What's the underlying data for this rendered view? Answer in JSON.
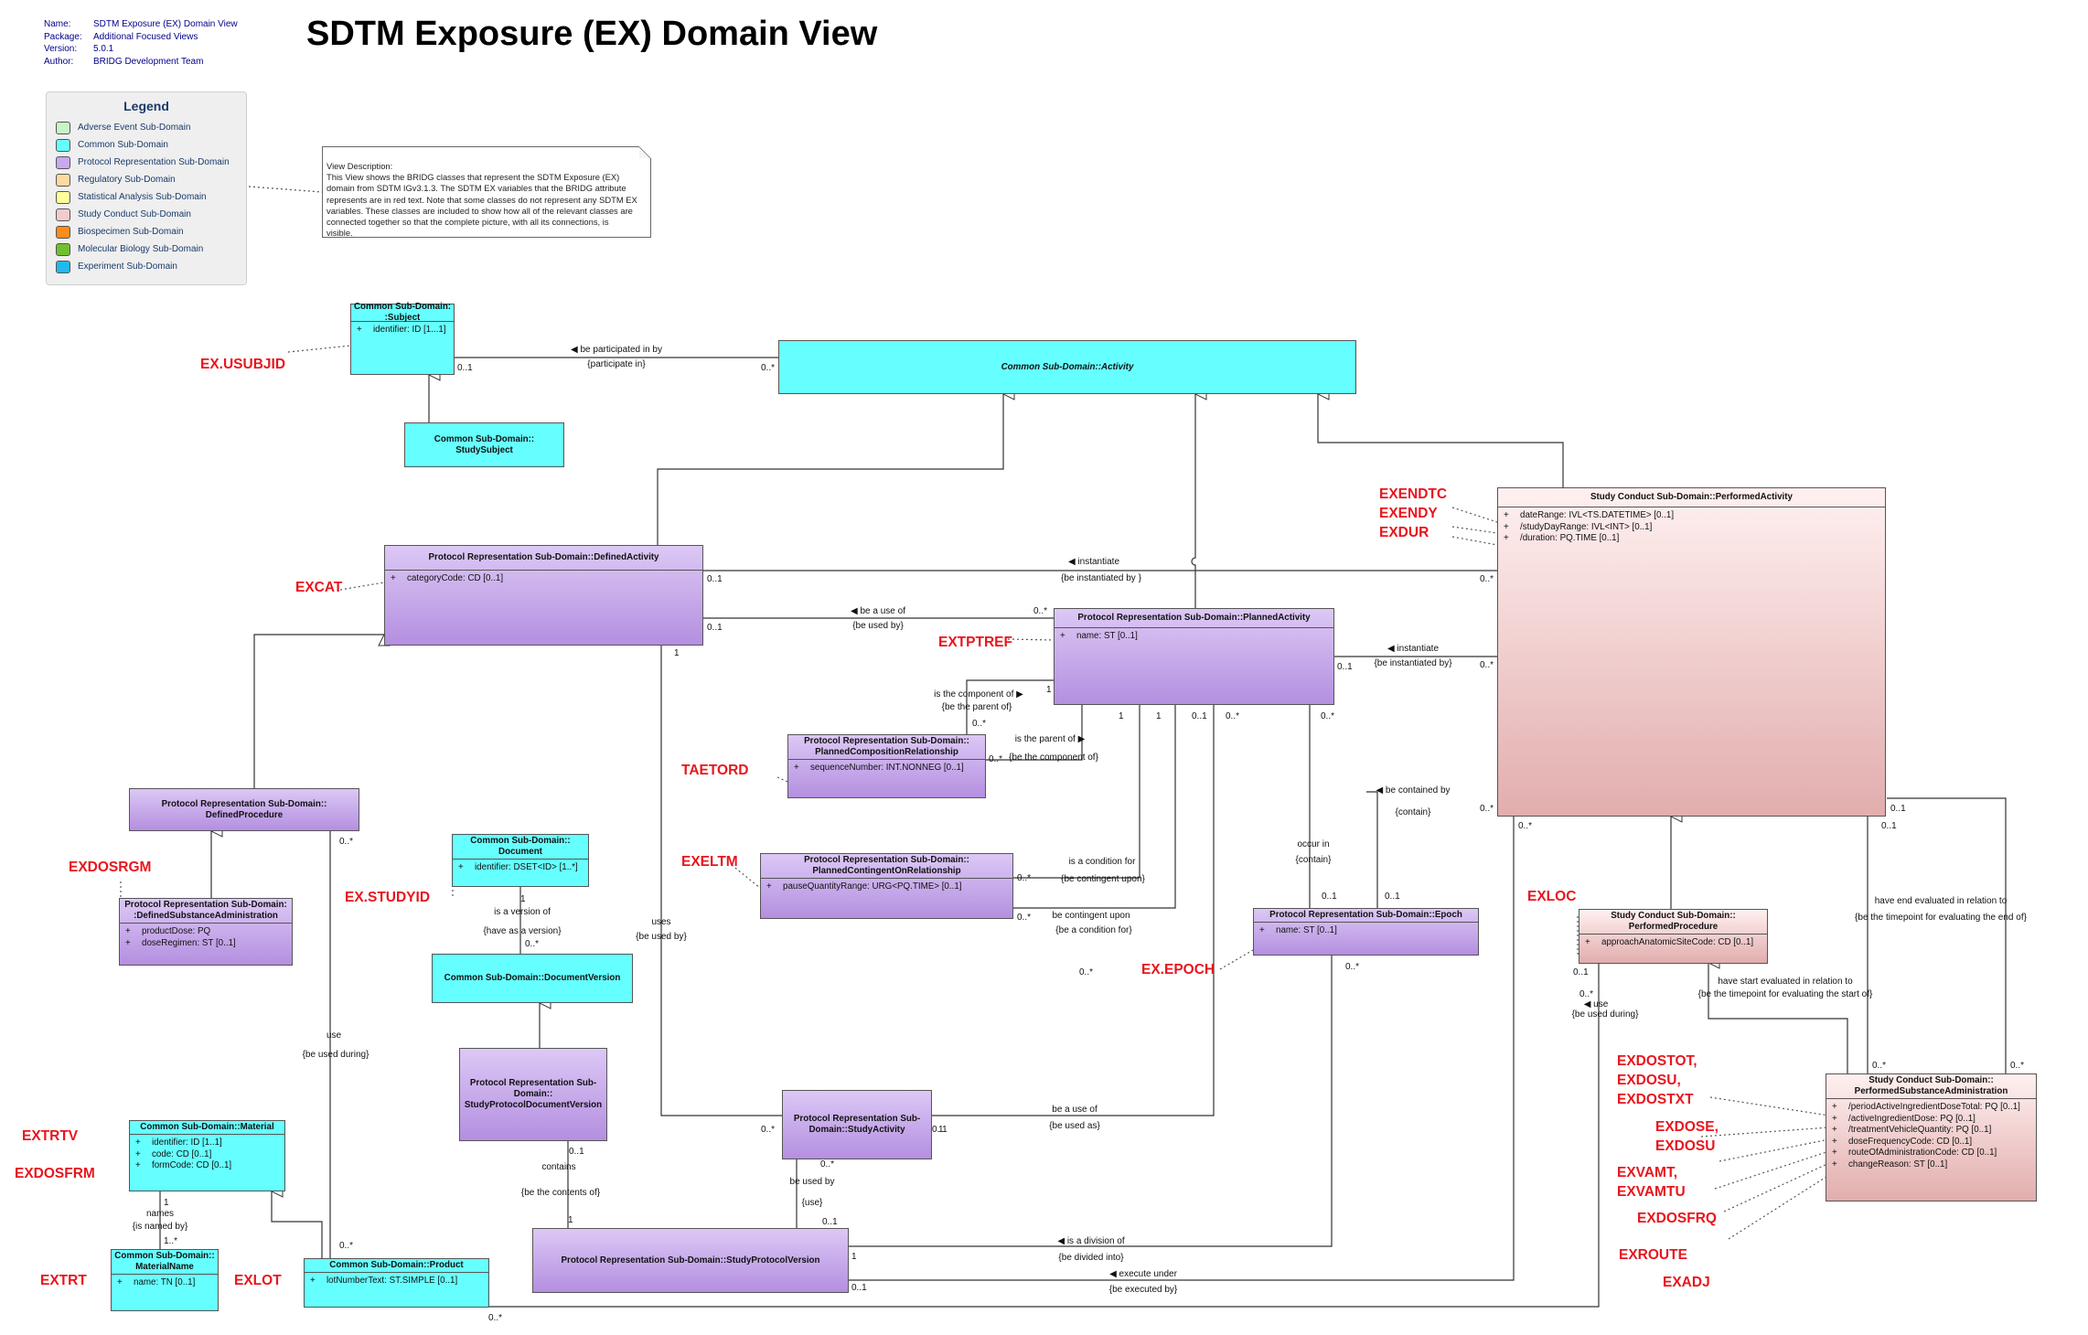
{
  "meta": [
    {
      "key": "Name:",
      "value": "SDTM Exposure (EX) Domain View"
    },
    {
      "key": "Package:",
      "value": "Additional Focused Views"
    },
    {
      "key": "Version:",
      "value": "5.0.1"
    },
    {
      "key": "Author:",
      "value": "BRIDG Development Team"
    }
  ],
  "title": "SDTM Exposure (EX) Domain View",
  "legend": {
    "title": "Legend",
    "items": [
      {
        "label": "Adverse Event Sub-Domain",
        "color": "#c8f5c8"
      },
      {
        "label": "Common Sub-Domain",
        "color": "#66ffff"
      },
      {
        "label": "Protocol Representation Sub-Domain",
        "color": "#c9a8ef"
      },
      {
        "label": "Regulatory Sub-Domain",
        "color": "#ffd9a0"
      },
      {
        "label": "Statistical Analysis Sub-Domain",
        "color": "#ffff99"
      },
      {
        "label": "Study Conduct Sub-Domain",
        "color": "#f2cccc"
      },
      {
        "label": "Biospecimen Sub-Domain",
        "color": "#ff8c1a"
      },
      {
        "label": "Molecular Biology Sub-Domain",
        "color": "#70c030"
      },
      {
        "label": "Experiment Sub-Domain",
        "color": "#22b8f0"
      }
    ]
  },
  "note": {
    "lines": [
      "View Description:",
      "This View shows the BRIDG classes that represent the SDTM Exposure (EX)",
      "domain from SDTM IGv3.1.3. The SDTM EX variables that the BRIDG attribute",
      "represents are in red text. Note that some classes do not represent any SDTM EX",
      "variables. These classes are included to show how all of the relevant classes are",
      "connected together so that the complete picture, with all its connections, is",
      "visible."
    ]
  },
  "classes": [
    {
      "id": "subject",
      "style": "common",
      "title": [
        "Common Sub-Domain:",
        ":Subject"
      ],
      "attrs": [
        "identifier: ID [1...1]"
      ]
    },
    {
      "id": "activity",
      "style": "common",
      "title": [
        "Common Sub-Domain::Activity"
      ],
      "italic": true,
      "attrs": []
    },
    {
      "id": "studysubject",
      "style": "common",
      "title": [
        "Common Sub-Domain::",
        "StudySubject"
      ],
      "attrs": []
    },
    {
      "id": "definedactivity",
      "style": "proto",
      "title": [
        "Protocol Representation Sub-Domain::DefinedActivity"
      ],
      "attrs": [
        "categoryCode: CD [0..1]"
      ]
    },
    {
      "id": "plannedactivity",
      "style": "proto",
      "title": [
        "Protocol Representation Sub-Domain::PlannedActivity"
      ],
      "attrs": [
        "name: ST [0..1]"
      ]
    },
    {
      "id": "performedactivity",
      "style": "study",
      "title": [
        "Study Conduct Sub-Domain::PerformedActivity"
      ],
      "attrs": [
        "dateRange: IVL<TS.DATETIME> [0..1]",
        "/studyDayRange: IVL<INT> [0..1]",
        "/duration: PQ.TIME [0..1]"
      ]
    },
    {
      "id": "plannedcomposition",
      "style": "proto",
      "title": [
        "Protocol Representation Sub-Domain::",
        "PlannedCompositionRelationship"
      ],
      "attrs": [
        "sequenceNumber: INT.NONNEG [0..1]"
      ]
    },
    {
      "id": "definedprocedure",
      "style": "proto",
      "title": [
        "Protocol Representation Sub-Domain::",
        "DefinedProcedure"
      ],
      "attrs": []
    },
    {
      "id": "document",
      "style": "common",
      "title": [
        "Common Sub-Domain::",
        "Document"
      ],
      "attrs": [
        "identifier: DSET<ID> [1..*]"
      ]
    },
    {
      "id": "plannedcontingent",
      "style": "proto",
      "title": [
        "Protocol Representation Sub-Domain::",
        "PlannedContingentOnRelationship"
      ],
      "attrs": [
        "pauseQuantityRange: URG<PQ.TIME> [0..1]"
      ]
    },
    {
      "id": "epoch",
      "style": "proto",
      "title": [
        "Protocol Representation Sub-Domain::Epoch"
      ],
      "attrs": [
        "name: ST [0..1]"
      ]
    },
    {
      "id": "definedsubstance",
      "style": "proto",
      "title": [
        "Protocol Representation Sub-Domain:",
        ":DefinedSubstanceAdministration"
      ],
      "attrs": [
        "productDose: PQ",
        "doseRegimen: ST [0..1]"
      ]
    },
    {
      "id": "documentversion",
      "style": "common",
      "title": [
        "Common Sub-Domain::DocumentVersion"
      ],
      "attrs": []
    },
    {
      "id": "performedprocedure",
      "style": "study",
      "title": [
        "Study Conduct Sub-Domain::",
        "PerformedProcedure"
      ],
      "attrs": [
        "approachAnatomicSiteCode: CD [0..1]"
      ]
    },
    {
      "id": "studyprotocoldocversion",
      "style": "proto",
      "title": [
        "Protocol Representation Sub-",
        "Domain::",
        "StudyProtocolDocumentVersion"
      ],
      "attrs": []
    },
    {
      "id": "studyactivity",
      "style": "proto",
      "title": [
        "Protocol Representation Sub-",
        "Domain::StudyActivity"
      ],
      "attrs": []
    },
    {
      "id": "material",
      "style": "common",
      "title": [
        "Common Sub-Domain::Material"
      ],
      "attrs": [
        "identifier: ID [1..1]",
        "code: CD [0..1]",
        "formCode: CD [0..1]"
      ]
    },
    {
      "id": "materialname",
      "style": "common",
      "title": [
        "Common Sub-Domain::",
        "MaterialName"
      ],
      "attrs": [
        "name: TN [0..1]"
      ]
    },
    {
      "id": "product",
      "style": "common",
      "title": [
        "Common Sub-Domain::Product"
      ],
      "attrs": [
        "lotNumberText: ST.SIMPLE [0..1]"
      ]
    },
    {
      "id": "studyprotocolversion",
      "style": "proto",
      "title": [
        "Protocol Representation Sub-Domain::StudyProtocolVersion"
      ],
      "attrs": []
    },
    {
      "id": "performedsubstance",
      "style": "study",
      "title": [
        "Study Conduct Sub-Domain::",
        "PerformedSubstanceAdministration"
      ],
      "attrs": [
        "/periodActiveIngredientDoseTotal: PQ [0..1]",
        "/activeIngredientDose: PQ [0..1]",
        "/treatmentVehicleQuantity: PQ [0..1]",
        "doseFrequencyCode: CD [0..1]",
        "routeOfAdministrationCode: CD [0..1]",
        "changeReason: ST [0..1]"
      ]
    }
  ],
  "variables": [
    {
      "id": "usubjid",
      "text": "EX.USUBJID"
    },
    {
      "id": "excat",
      "text": "EXCAT"
    },
    {
      "id": "extptref",
      "text": "EXTPTREF"
    },
    {
      "id": "exendtc",
      "text": "EXENDTC"
    },
    {
      "id": "exendy",
      "text": "EXENDY"
    },
    {
      "id": "exdur",
      "text": "EXDUR"
    },
    {
      "id": "taetord",
      "text": "TAETORD"
    },
    {
      "id": "exdosrgm",
      "text": "EXDOSRGM"
    },
    {
      "id": "exstudyid",
      "text": "EX.STUDYID"
    },
    {
      "id": "exeltm",
      "text": "EXELTM"
    },
    {
      "id": "exloc",
      "text": "EXLOC"
    },
    {
      "id": "exepoch",
      "text": "EX.EPOCH"
    },
    {
      "id": "exdostot",
      "text": "EXDOSTOT,"
    },
    {
      "id": "exdosu1",
      "text": "EXDOSU,"
    },
    {
      "id": "exdostxt",
      "text": "EXDOSTXT"
    },
    {
      "id": "exdose",
      "text": "EXDOSE,"
    },
    {
      "id": "exdosu2",
      "text": "EXDOSU"
    },
    {
      "id": "exvamt",
      "text": "EXVAMT,"
    },
    {
      "id": "exvamtu",
      "text": "EXVAMTU"
    },
    {
      "id": "exdosfrq",
      "text": "EXDOSFRQ"
    },
    {
      "id": "exroute",
      "text": "EXROUTE"
    },
    {
      "id": "exadj",
      "text": "EXADJ"
    },
    {
      "id": "extrtv",
      "text": "EXTRTV"
    },
    {
      "id": "exdosfrm",
      "text": "EXDOSFRM"
    },
    {
      "id": "extrt",
      "text": "EXTRT"
    },
    {
      "id": "exlot",
      "text": "EXLOT"
    }
  ],
  "labels": {
    "be_participated_in_by": "◀ be participated in by",
    "participate_in": "{participate in}",
    "instantiate_1": "◀ instantiate",
    "be_instantiated_by_1": "{be instantiated by }",
    "be_a_use_of_1": "◀ be a use of",
    "be_used_by_1": "{be used by}",
    "instantiate_2": "◀ instantiate",
    "be_instantiated_by_2": "{be instantiated by}",
    "is_the_component_of": "is the component of ▶",
    "be_the_parent_of": "{be the parent of}",
    "is_the_parent_of": "is the parent of ▶",
    "be_the_component_of": "{be the component of}",
    "be_contained_by": "◀ be contained by",
    "contain_1": "{contain}",
    "occur_in": "occur in",
    "contain_2": "{contain}",
    "is_a_condition_for": "is a condition for",
    "be_contingent_upon": "{be contingent upon}",
    "be_contingent_upon_2": "be contingent upon",
    "be_a_condition_for": "{be a condition for}",
    "is_a_version_of": "is a version of",
    "have_as_a_version": "{have as a version}",
    "uses": "uses",
    "be_used_by_2": "{be used by}",
    "use_1": "use",
    "be_used_during": "{be used during}",
    "use_2": "◀ use",
    "be_used_during_2": "{be used during}",
    "have_end_evaluated": "have end evaluated in relation to",
    "timepoint_end": "{be the timepoint for evaluating the end of}",
    "have_start_evaluated": "have start evaluated in relation to",
    "timepoint_start": "{be the timepoint for evaluating the start of}",
    "be_a_use_of_2": "be a use of",
    "be_used_as": "{be used as}",
    "contains": "contains",
    "be_the_contents_of": "{be the contents of}",
    "be_used_by_3": "be used by",
    "use_3": "{use}",
    "names": "names",
    "is_named_by": "{is named by}",
    "is_a_division_of": "◀ is a division of",
    "be_divided_into": "{be divided into}",
    "execute_under": "◀ execute under",
    "be_executed_by": "{be executed by}"
  },
  "multiplicities": {
    "m1": "0..1",
    "m2": "0..*",
    "m3": "0..1",
    "m4": "0..*",
    "m5": "0..1",
    "m6": "0..*",
    "m7": "1",
    "m8": "0..1",
    "m9": "0..*",
    "m10": "1",
    "m11": "0..*",
    "m12": "0..*",
    "m13": "1",
    "m14": "1",
    "m15": "0..1",
    "m16": "0..*",
    "m17": "0..*",
    "m18": "0..*",
    "m19": "0..1",
    "m20": "0..1",
    "m21": "0..*",
    "m22": "0..*",
    "m23": "0..*",
    "m24": "1",
    "m25": "0..*",
    "m26": "0..*",
    "m27": "0..1",
    "m28": "0..1",
    "m29": "0..*",
    "m30": "0..1",
    "m31": "0..*",
    "m32": "0..*",
    "m33": "0..1",
    "m34": "1",
    "m35": "0..*",
    "m36": "0..1",
    "m37": "1",
    "m38": "1..*",
    "m39": "0..*",
    "m40": "1",
    "m41": "0..1",
    "m42": "0..*",
    "m43": "0..*",
    "m44": "0..*",
    "m45": "0..1",
    "m46": "0..*",
    "m47": "1"
  }
}
